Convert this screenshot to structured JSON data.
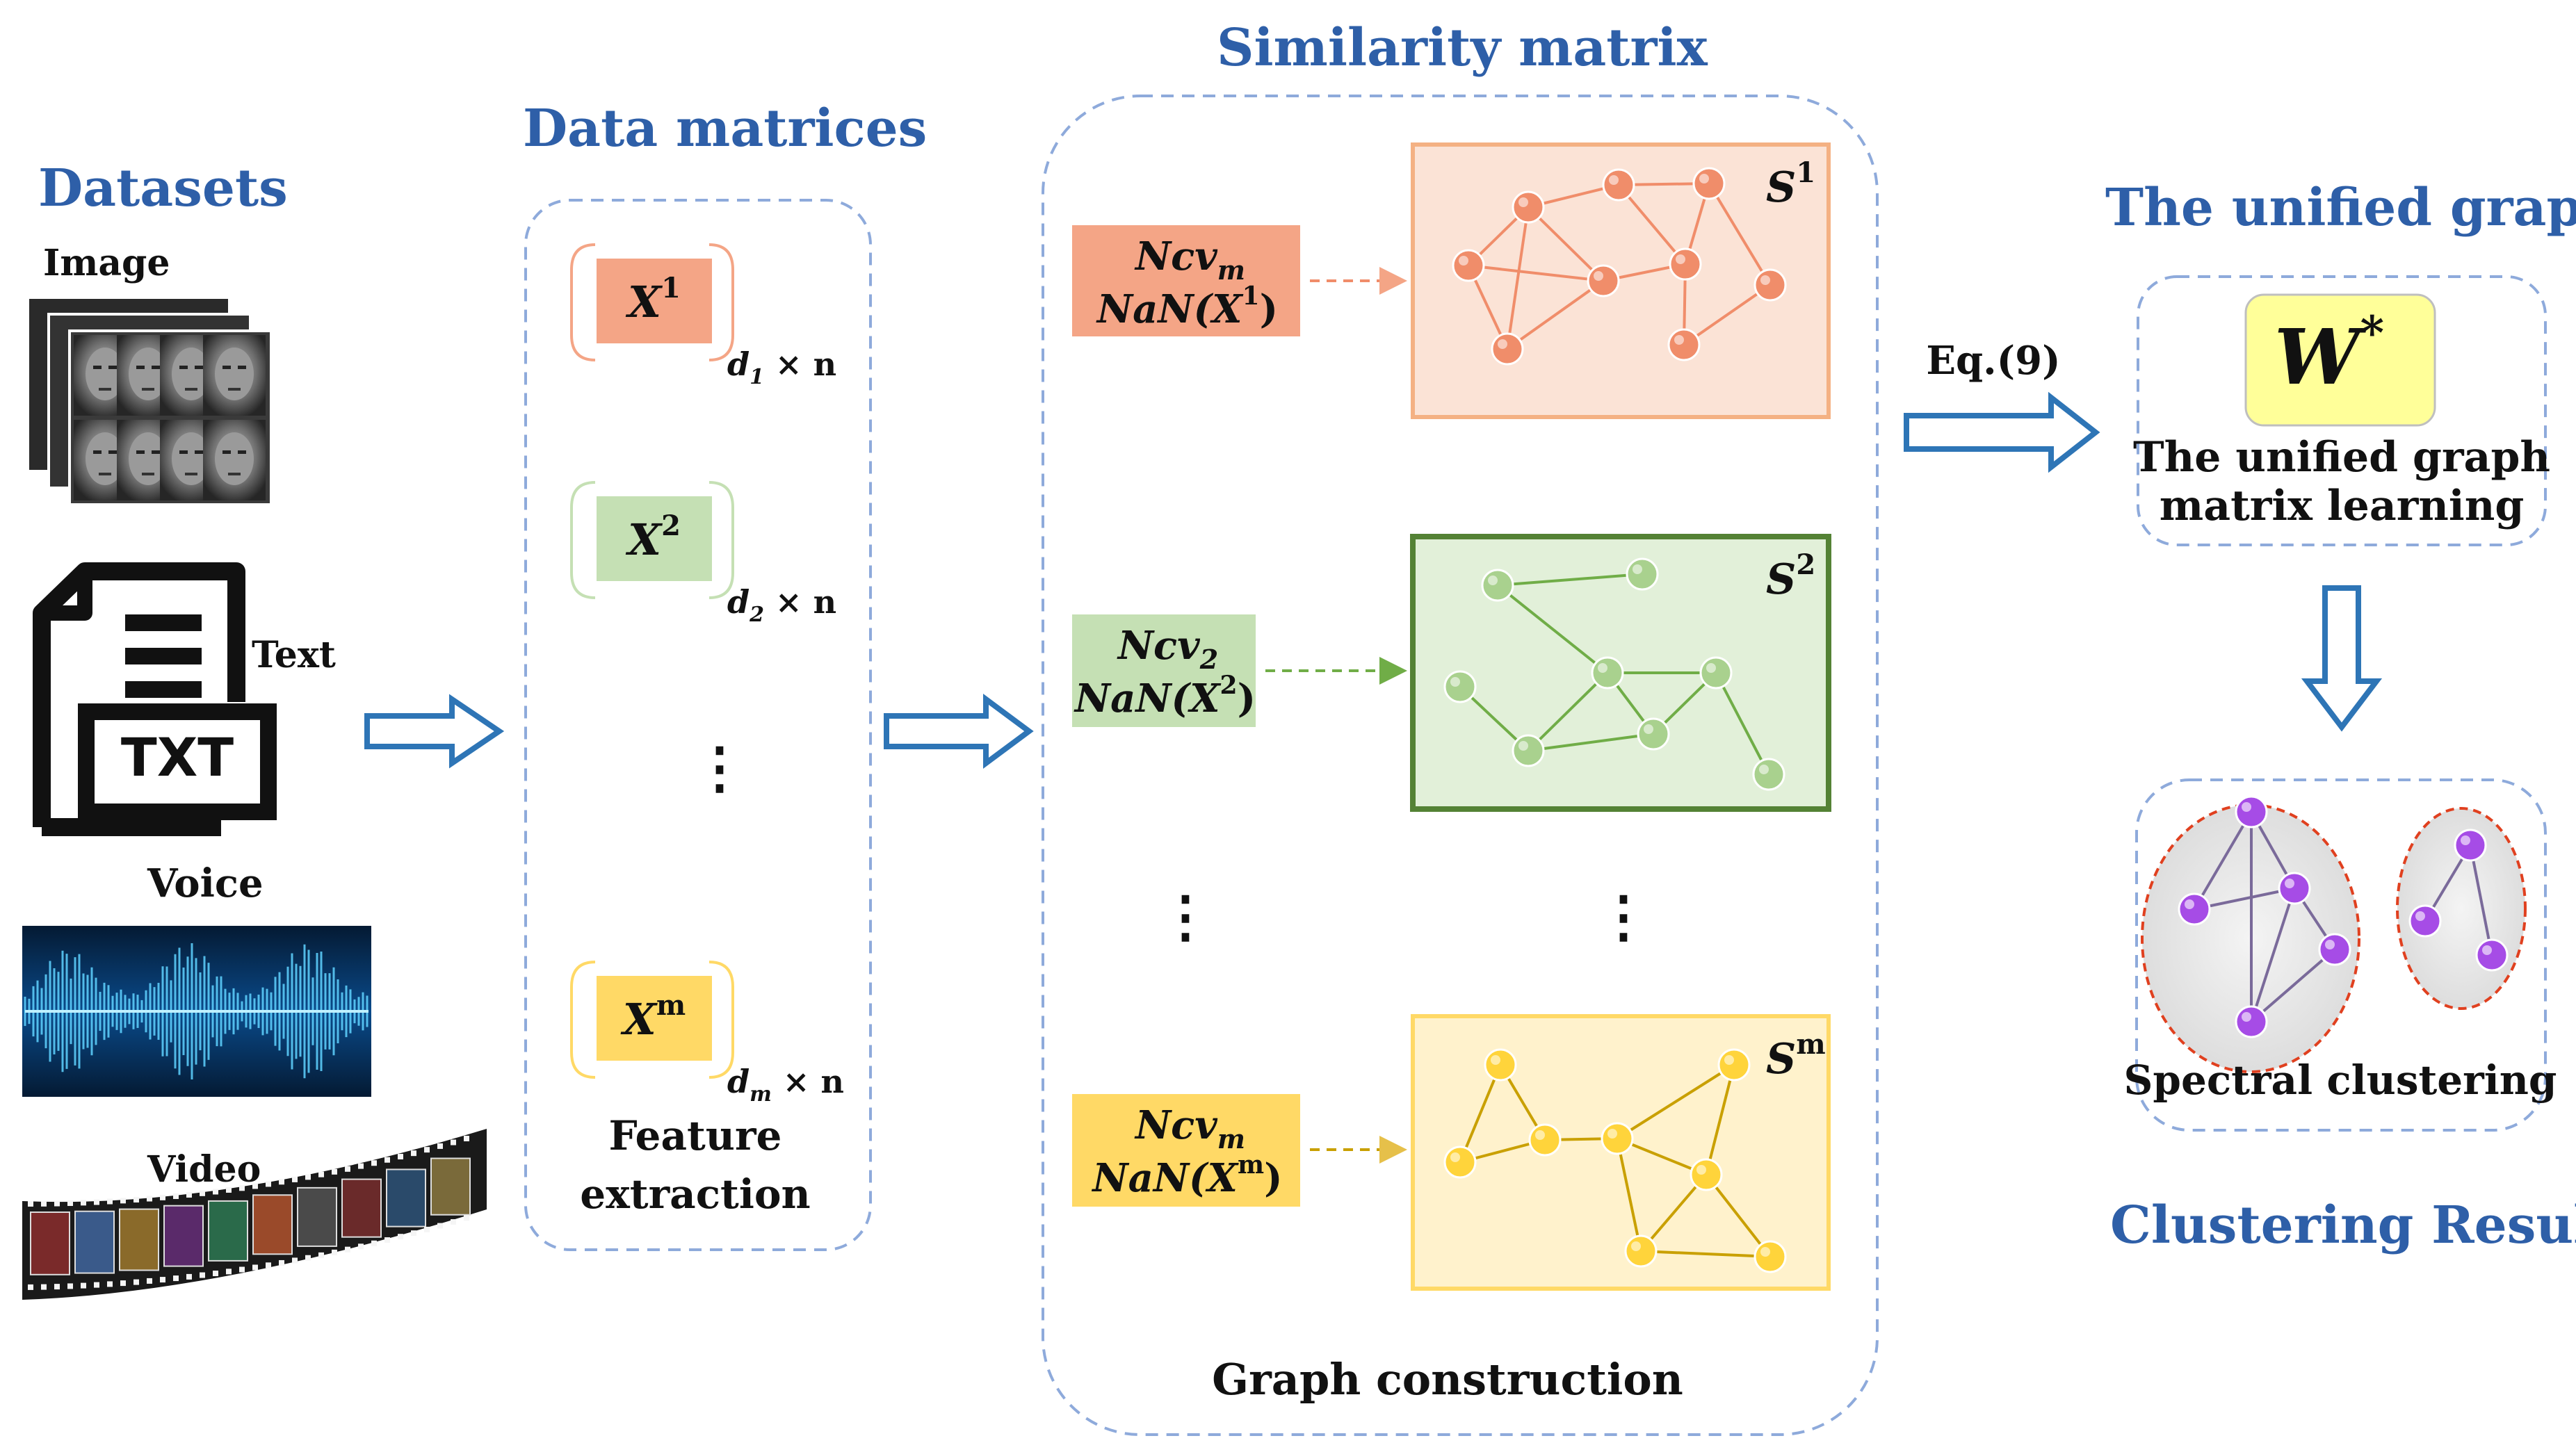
{
  "headings": {
    "datasets": "Datasets",
    "data_matrices": "Data matrices",
    "similarity_matrix": "Similarity matrix",
    "unified_graph": "The unified graph",
    "clustering_result": "Clustering Result"
  },
  "datasets": {
    "image": "Image",
    "text": "Text",
    "txt_badge": "TXT",
    "voice": "Voice",
    "video": "Video"
  },
  "data_matrices": {
    "feature_extraction_line1": "Feature",
    "feature_extraction_line2": "extraction",
    "vertical_dots": "⋮",
    "matrices": [
      {
        "name": "X",
        "sup": "1",
        "dim_sub": "1",
        "dim_rest": " × n",
        "color": "#f4a586"
      },
      {
        "name": "X",
        "sup": "2",
        "dim_sub": "2",
        "dim_rest": " × n",
        "color": "#c5e0b4"
      },
      {
        "name": "X",
        "sup": "m",
        "dim_sub": "m",
        "dim_rest": " × n",
        "color": "#ffd966"
      }
    ]
  },
  "similarity": {
    "graph_construction": "Graph  construction",
    "vertical_dots": "⋮",
    "views": [
      {
        "ncv": "Ncv",
        "ncv_sub": "m",
        "nan": "NaN(X",
        "nan_sup": "1",
        "close": ")",
        "s_sup": "1",
        "box_fill": "#f4a586",
        "panel_fill": "#fbe3d6",
        "panel_stroke": "#f4b183",
        "node": "#f08d6a",
        "edge": "#f08d6a"
      },
      {
        "ncv": "Ncv",
        "ncv_sub": "2",
        "nan": "NaN(X",
        "nan_sup": "2",
        "close": ")",
        "s_sup": "2",
        "box_fill": "#c5e0b4",
        "panel_fill": "#e2f0d9",
        "panel_stroke": "#548235",
        "node": "#a9d18e",
        "edge": "#70ad47"
      },
      {
        "ncv": "Ncv",
        "ncv_sub": "m",
        "nan": "NaN(X",
        "nan_sup": "m",
        "close": ")",
        "s_sup": "m",
        "box_fill": "#ffd966",
        "panel_fill": "#fff2cc",
        "panel_stroke": "#ffd966",
        "node": "#ffd43b",
        "edge": "#c9a000"
      }
    ]
  },
  "unified": {
    "eq_label": "Eq.(9)",
    "w_symbol": "W",
    "w_sup": "*",
    "caption_line1": "The unified graph",
    "caption_line2": "matrix learning",
    "spectral_label": "Spectral clustering"
  },
  "colors": {
    "heading_blue": "#2e5fa8",
    "dashed_border": "#8eaadb",
    "arrow_blue": "#2e75b6",
    "w_box": "#ffff99",
    "cluster_node": "#a64ce6"
  }
}
